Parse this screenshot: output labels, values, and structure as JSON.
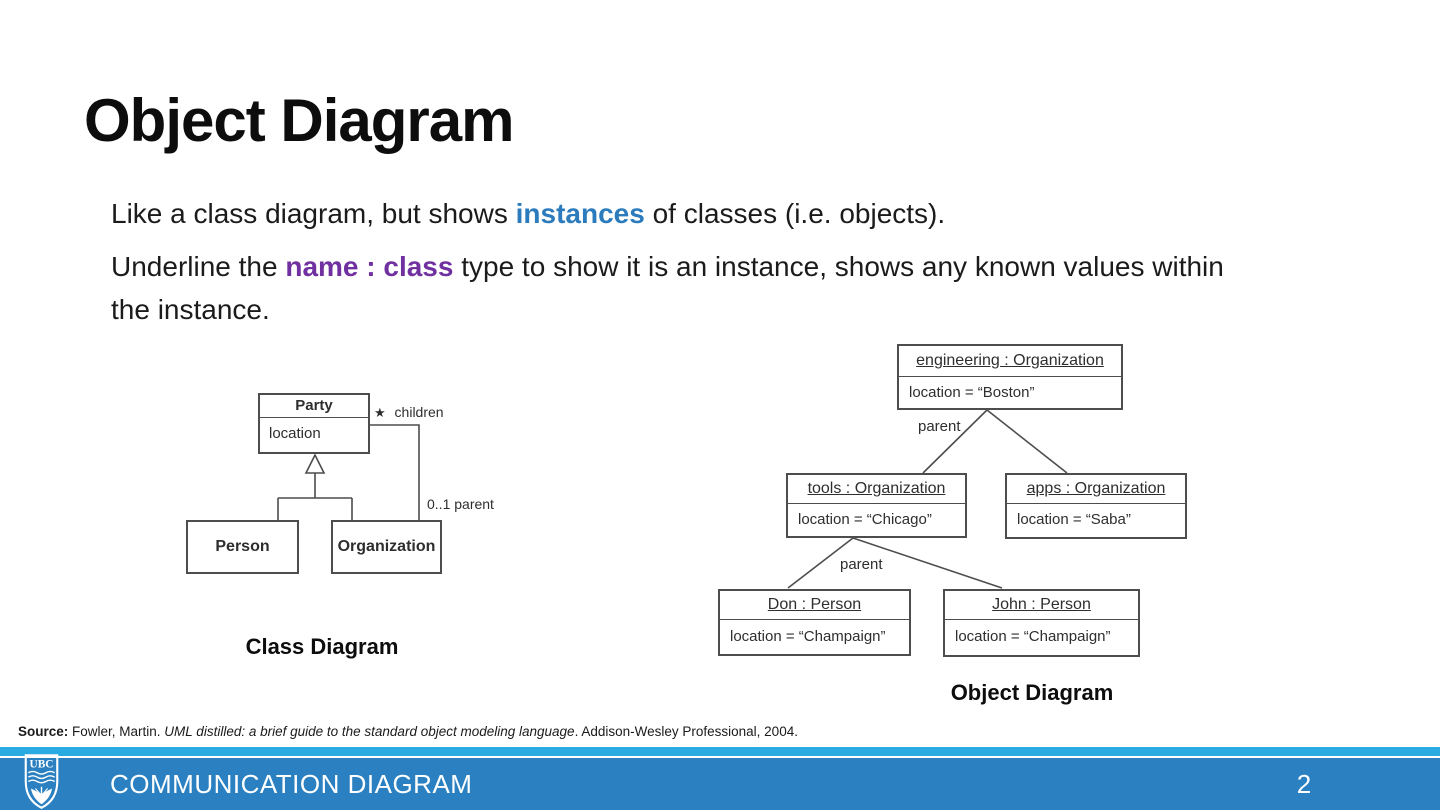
{
  "slide": {
    "title": "Object Diagram",
    "body": {
      "p1": {
        "pre": "Like a class diagram, but shows ",
        "em": "instances",
        "post": " of classes (i.e. objects)."
      },
      "p2": {
        "pre": "Underline the ",
        "em": "name : class",
        "post": " type to show it is an instance, shows any known values within the instance."
      }
    }
  },
  "class_diagram": {
    "caption": "Class Diagram",
    "party": {
      "name": "Party",
      "attr": "location"
    },
    "person": {
      "name": "Person"
    },
    "organization": {
      "name": "Organization"
    },
    "labels": {
      "star": "★",
      "children": "children",
      "parent_multiplicity": "0..1 parent"
    }
  },
  "object_diagram": {
    "caption": "Object Diagram",
    "engineering": {
      "name": "engineering : Organization",
      "attr": "location = “Boston”"
    },
    "tools": {
      "name": "tools : Organization",
      "attr": "location = “Chicago”"
    },
    "apps": {
      "name": "apps : Organization",
      "attr": "location = “Saba”"
    },
    "don": {
      "name": "Don : Person",
      "attr": "location = “Champaign”"
    },
    "john": {
      "name": "John : Person",
      "attr": "location = “Champaign”"
    },
    "labels": {
      "parent_top": "parent",
      "parent_bottom": "parent"
    }
  },
  "source": {
    "label": "Source:",
    "text1": " Fowler, Martin. ",
    "italic": "UML distilled: a brief guide to the standard object modeling language",
    "text2": ". Addison-Wesley Professional, 2004."
  },
  "footer": {
    "section_title": "COMMUNICATION DIAGRAM",
    "page_number": "2",
    "logo_text": "UBC"
  },
  "colors": {
    "accent_blue": "#2b7bbd",
    "accent_purple": "#7030a0",
    "footer_bar_blue": "#2a80c0",
    "footer_strip_cyan": "#29abe2"
  }
}
